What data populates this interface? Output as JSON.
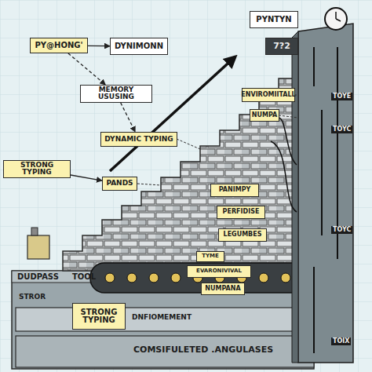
{
  "diagram": {
    "nodes": [
      {
        "text": [
          "PYNTYN"
        ]
      },
      {
        "text": [
          "PY@HONG'"
        ]
      },
      {
        "text": [
          "DYNIMONN"
        ]
      },
      {
        "text": [
          "MEMORY USUSING"
        ]
      },
      {
        "text": [
          "DYNAMIC TYPING"
        ]
      },
      {
        "text": [
          "STRONG TYPING"
        ]
      },
      {
        "text": [
          "PANDS"
        ]
      },
      {
        "text": [
          "ENVIROMIITALL"
        ]
      },
      {
        "text": [
          "NUMPA"
        ]
      },
      {
        "text": [
          "7?2"
        ]
      },
      {
        "text": [
          "PANIMPY"
        ]
      },
      {
        "text": [
          "PERFIDISE"
        ]
      },
      {
        "text": [
          "LEGUMBES"
        ]
      },
      {
        "text": [
          "TYME"
        ]
      },
      {
        "text": [
          "EVARONIVIVAL"
        ]
      },
      {
        "text": [
          "NUMPANA"
        ]
      },
      {
        "text": [
          "STRONG TYPING"
        ]
      }
    ],
    "edges": [
      {
        "from": 1,
        "to": 2,
        "arrow": "to"
      },
      {
        "from": 1,
        "to": 3,
        "arrow": "to"
      },
      {
        "from": 3,
        "to": 4,
        "arrow": "to"
      },
      {
        "from": 5,
        "to": 6,
        "arrow": "to"
      }
    ],
    "labels": [
      "TOYE",
      "TOYC",
      "TOYC",
      "TOIX",
      "DUDPASS",
      "TOOL",
      "STROR",
      "DNFIOMEMENT",
      "COMSIFULETED .ANGULASES"
    ]
  }
}
